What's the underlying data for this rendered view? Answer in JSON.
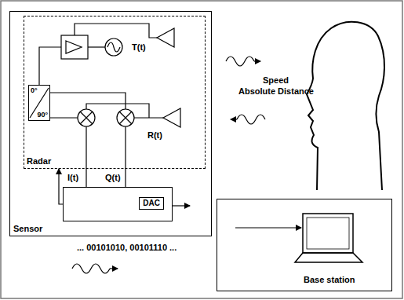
{
  "diagram": {
    "nodes": [
      {
        "text": [
          "Sensor"
        ]
      },
      {
        "text": [
          "Radar"
        ],
        "in": 0
      },
      {
        "text": [
          "0°",
          "90°"
        ],
        "in": 1
      },
      {
        "text": [
          "DAC"
        ],
        "in": 0
      },
      {
        "text": [
          "Base station"
        ]
      }
    ],
    "edges": [
      {
        "from": 3,
        "to": 1,
        "arrow": "to"
      }
    ],
    "labels": [
      "T(t)",
      "R(t)",
      "I(t)",
      "Q(t)",
      "Speed",
      "Absolute Distance",
      "... 00101010, 00101110 ..."
    ]
  }
}
